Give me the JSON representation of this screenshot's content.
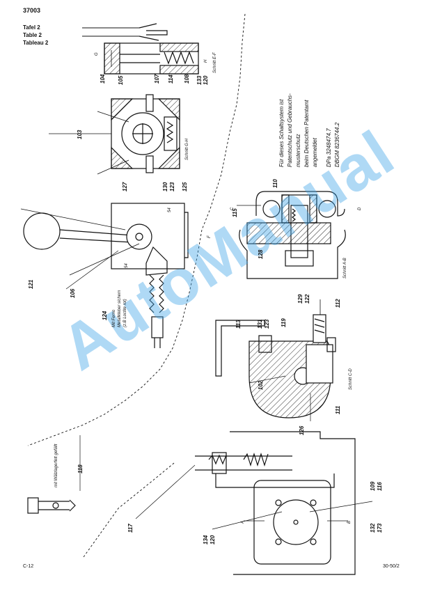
{
  "header": {
    "doc_id": "37003",
    "table_de": "Tafel 2",
    "table_en": "Table 2",
    "table_fr": "Tableau 2"
  },
  "footer": {
    "left": "C-12",
    "right": "30-50/2"
  },
  "watermark": {
    "text": "AutoManual",
    "color": "#40a4e8"
  },
  "patent_note": {
    "lines": [
      "Für dieses Schaltsystem ist",
      "Patentschutz und Gebrauchs-",
      "musterschutz",
      "beim Deutschen Patentamt",
      "angemeldet"
    ],
    "refs": [
      "DPa 3248474.7",
      "DBGM 8236744.2"
    ]
  },
  "sections": {
    "ef": "Schnitt E-F",
    "gh": "Schnitt G-H",
    "ab": "Schnitt A-B",
    "cd": "Schnitt C-D"
  },
  "notes": {
    "sealant": [
      "Mit Ferno",
      "Metallkleber sichern",
      "(z.B Loctite rot)"
    ],
    "grease": "mit Wälzlagerfett gefüllt"
  },
  "section_letters": {
    "g": "G",
    "h": "H",
    "f": "F",
    "c": "C",
    "d": "D",
    "a": "A",
    "b": "B"
  },
  "parts": {
    "p104": "104",
    "p105": "105",
    "p107": "107",
    "p114": "114",
    "p108": "108",
    "p133": "133",
    "p120a": "120",
    "p103": "103",
    "p127": "127",
    "p130": "130",
    "p123a": "123",
    "p125": "125",
    "p121": "121",
    "p106": "106",
    "p124": "124",
    "p110": "110",
    "p115": "115",
    "p128": "128",
    "p113": "113",
    "p131": "131",
    "p123b": "123",
    "p119": "119",
    "p129": "129",
    "p122": "122",
    "p112": "112",
    "p102": "102",
    "p126": "126",
    "p111": "111",
    "p118": "118",
    "p117": "117",
    "p134": "134",
    "p120b": "120",
    "p109": "109",
    "p116": "116",
    "p132": "132",
    "p173": "173",
    "s54a": "54",
    "s54b": "54"
  }
}
